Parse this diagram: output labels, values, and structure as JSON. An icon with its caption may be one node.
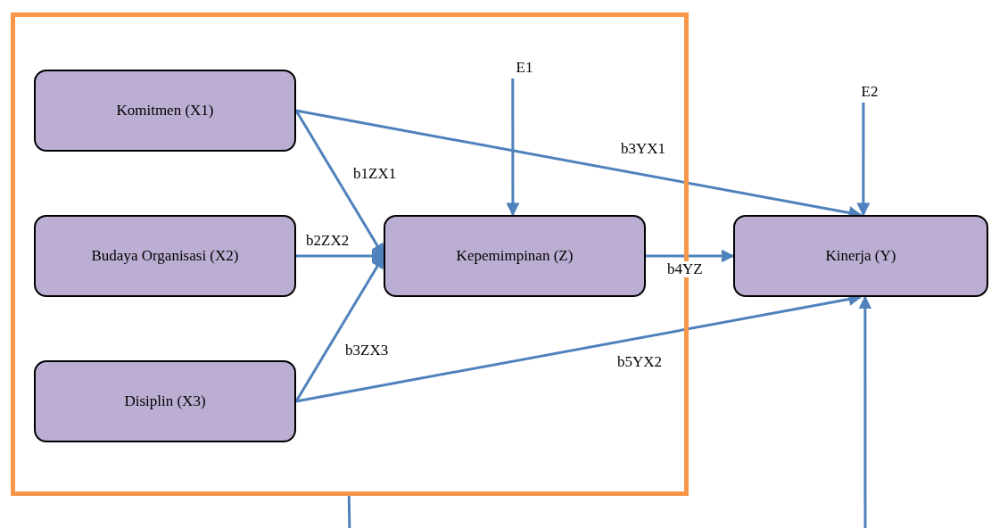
{
  "diagram": {
    "nodes": [
      {
        "text": [],
        "shape": "box"
      },
      {
        "text": [
          "Komitmen (X1)"
        ],
        "in": 0
      },
      {
        "text": [
          "Budaya Organisasi (X2)"
        ],
        "in": 0
      },
      {
        "text": [
          "Disiplin (X3)"
        ],
        "in": 0
      },
      {
        "text": [
          "Kepemimpinan (Z)"
        ],
        "in": 0
      },
      {
        "text": [
          "Kinerja (Y)"
        ]
      },
      {
        "text": [
          "E1"
        ],
        "in": 0
      },
      {
        "text": [
          "E2"
        ]
      }
    ],
    "edges": [
      {
        "from": 1,
        "to": 4,
        "arrow": "to",
        "label": "b1ZX1"
      },
      {
        "from": 2,
        "to": 4,
        "arrow": "to",
        "label": "b2ZX2"
      },
      {
        "from": 3,
        "to": 4,
        "arrow": "to",
        "label": "b3ZX3"
      },
      {
        "from": 1,
        "to": 5,
        "arrow": "to",
        "label": "b3YX1"
      },
      {
        "from": 4,
        "to": 5,
        "arrow": "to",
        "label": "b4YZ"
      },
      {
        "from": 3,
        "to": 5,
        "arrow": "to",
        "label": "b5YX2"
      },
      {
        "from": 6,
        "to": 4,
        "arrow": "to"
      },
      {
        "from": 7,
        "to": 5,
        "arrow": "to"
      },
      {
        "from": 0,
        "to": null,
        "arrow": "none"
      },
      {
        "from": null,
        "to": 5,
        "arrow": "to"
      }
    ]
  }
}
